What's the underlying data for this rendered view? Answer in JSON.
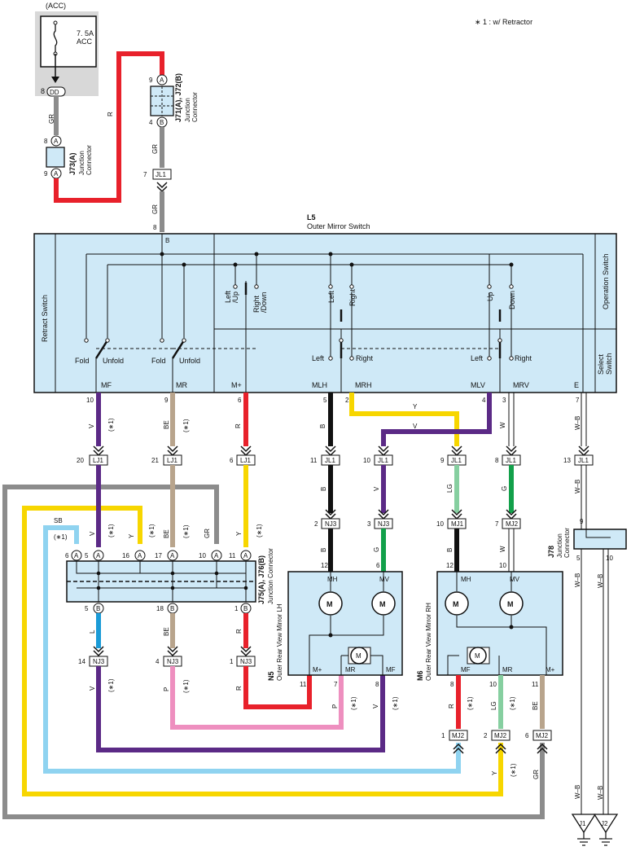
{
  "colors": {
    "R": "#e8212b",
    "GR": "#8c8c8c",
    "V": "#5b2a86",
    "BE": "#b8a48c",
    "B": "#111111",
    "Y": "#f7d600",
    "W": "#ffffff",
    "LG": "#86cfa0",
    "G": "#12a04a",
    "SB": "#8fd3f0",
    "L": "#1b9bd7",
    "P": "#ee8fbf",
    "WB": "#ffffff",
    "panel": "#cfe9f7",
    "gray": "#d8d8d8"
  },
  "note": "∗ 1 : w/ Retractor",
  "fuse": {
    "top": "(ACC)",
    "rating": "7. 5A",
    "name": "ACC",
    "pin": "8",
    "conn": "DD"
  },
  "j73": {
    "name": "J73(A)",
    "desc1": "Junction",
    "desc2": "Connector",
    "pin_top": "8",
    "pin_bot": "9",
    "conn": "A"
  },
  "j71": {
    "name": "J71(A), J72(B)",
    "desc1": "Junction",
    "desc2": "Connector",
    "pin_top": "9",
    "pin_bot": "4",
    "conn_top": "A",
    "conn_bot": "B"
  },
  "jl1_top": {
    "pin": "7",
    "conn": "JL1",
    "pin_switch": "8",
    "pin_B": "B"
  },
  "wire_labels": {
    "gr": "GR",
    "r": "R",
    "v": "V",
    "be": "BE",
    "b": "B",
    "y": "Y",
    "w": "W",
    "lg": "LG",
    "g": "G",
    "wb": "W–B",
    "sb": "SB",
    "l": "L",
    "p": "P",
    "star": "(∗1)"
  },
  "switch": {
    "id": "L5",
    "name": "Outer Mirror Switch",
    "retract": "Retract Switch",
    "operation": "Operation Switch",
    "select1": "Select",
    "select2": "Switch",
    "fold": "Fold",
    "unfold": "Unfold",
    "left_up1": "Left",
    "left_up2": "/Up",
    "right_down1": "Right",
    "right_down2": "/Down",
    "left": "Left",
    "right": "Right",
    "up": "Up",
    "down": "Down",
    "pins": [
      "MF",
      "MR",
      "M+",
      "MLH",
      "MRH",
      "MLV",
      "MRV",
      "E"
    ],
    "pin_nums": [
      "10",
      "9",
      "6",
      "5",
      "2",
      "4",
      "3",
      "7"
    ]
  },
  "lj1_left": {
    "a": "20",
    "b": "21",
    "c": "6",
    "conn": "LJ1"
  },
  "jl1_mid": {
    "a": "11",
    "b": "10",
    "c": "9",
    "d": "8",
    "e": "13",
    "conn": "JL1"
  },
  "nj3_top": {
    "a": "2",
    "b": "3",
    "conn": "NJ3"
  },
  "mj_top": {
    "a": "10",
    "b": "7",
    "conn1": "MJ1",
    "conn2": "MJ2"
  },
  "j75": {
    "name": "J75(A), J76(B)",
    "desc1": "Junction Connector",
    "top_pins": [
      "6",
      "5",
      "16",
      "17",
      "10",
      "11"
    ],
    "bot_pins": [
      "5",
      "18",
      "1"
    ],
    "conn_a": "A",
    "conn_b": "B"
  },
  "nj3_bot": {
    "a": "14",
    "b": "4",
    "c": "1",
    "conn": "NJ3"
  },
  "n5": {
    "id": "N5",
    "name": "Outer Rear View Mirror LH",
    "mh": "MH",
    "mv": "MV",
    "mp": "M+",
    "mr": "MR",
    "mf": "MF",
    "pin_mh": "12",
    "pin_mv": "6",
    "p11": "11",
    "p7": "7",
    "p8": "8",
    "motor": "M"
  },
  "m6": {
    "id": "M6",
    "name": "Outer Rear View Mirror RH",
    "mh": "MH",
    "mv": "MV",
    "mf": "MF",
    "mr": "MR",
    "mp": "M+",
    "pin_mh": "12",
    "pin_mv": "10",
    "p8": "8",
    "p10": "10",
    "p11": "11",
    "motor": "M"
  },
  "mj2_bot": {
    "a": "1",
    "b": "2",
    "c": "6",
    "conn": "MJ2"
  },
  "j78": {
    "name": "J78",
    "desc1": "Junction",
    "desc2": "Connector",
    "pin_top": "9",
    "pin_l": "5",
    "pin_r": "10"
  },
  "grounds": {
    "j1": "J1",
    "j2": "J2"
  }
}
